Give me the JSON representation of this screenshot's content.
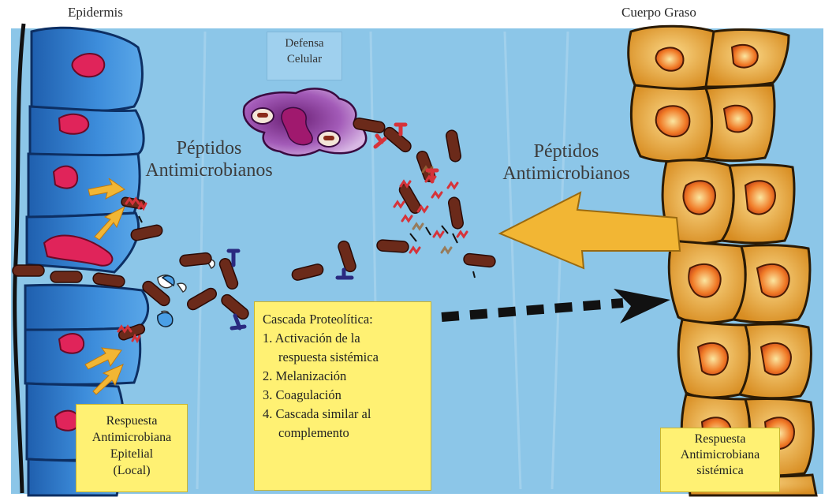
{
  "labels": {
    "epidermis": "Epidermis",
    "fat_body": "Cuerpo Graso",
    "cell_defense": [
      "Defensa",
      "Celular"
    ],
    "peptides_left": [
      "Péptidos",
      "Antimicrobianos"
    ],
    "peptides_right": [
      "Péptidos",
      "Antimicrobianos"
    ]
  },
  "boxes": {
    "local_response": [
      "Respuesta",
      "Antimicrobiana",
      "Epitelial",
      "(Local)"
    ],
    "systemic_response": [
      "Respuesta",
      "Antimicrobiana",
      "sistémica"
    ],
    "cascade": {
      "title": "Cascada Proteolítica:",
      "steps": [
        [
          "1. Activación de la",
          "respuesta sistémica"
        ],
        [
          "2. Melanización"
        ],
        [
          "3. Coagulación"
        ],
        [
          "4. Cascada similar al",
          "complemento"
        ]
      ]
    }
  },
  "colors": {
    "background": "#8cc6e8",
    "epithelial_cell": "#2f7fcf",
    "nucleus_epithelial": "#e0245a",
    "fat_cell": "#e8a73a",
    "nucleus_fat": "#f26a22",
    "bacteria": "#6b2a1a",
    "peptide": "#d6333a",
    "label_box": "#fff173",
    "arrow": "#f2b634"
  },
  "icons": [
    "epithelial-cell-icon",
    "fat-cell-icon",
    "hemocyte-icon",
    "bacterium-icon",
    "peptide-icon",
    "antibody-icon",
    "arrow-icon",
    "dashed-arrow-icon"
  ]
}
